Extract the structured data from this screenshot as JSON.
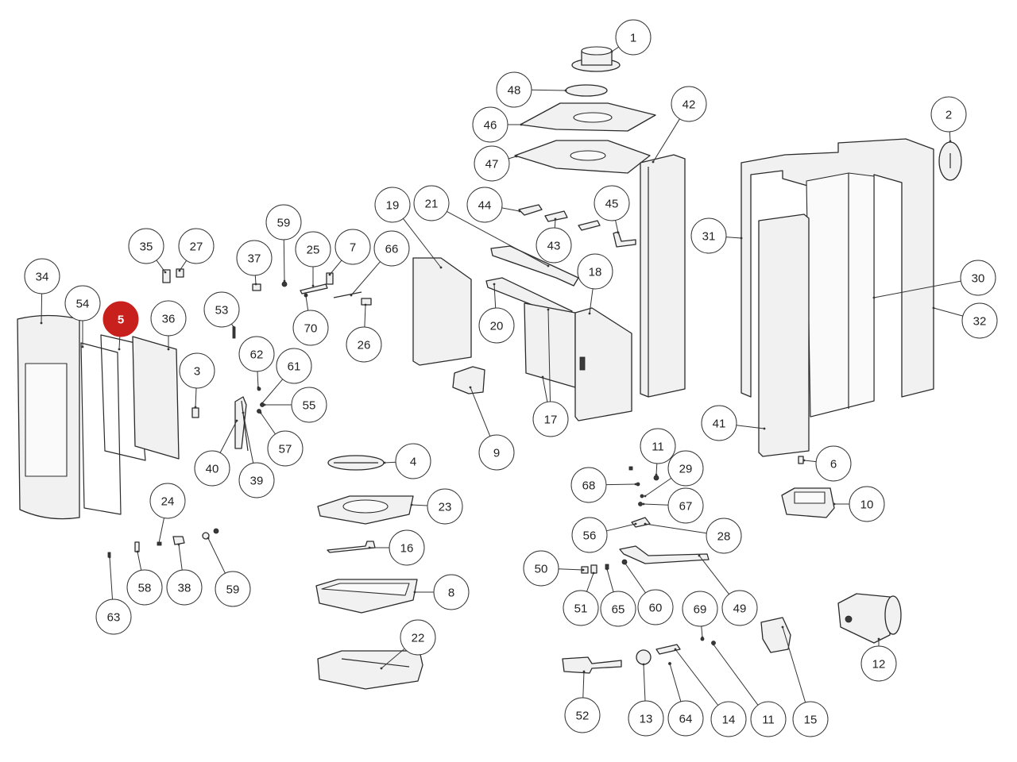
{
  "diagram": {
    "highlight_color": "#c8201d",
    "callouts": [
      {
        "label": "1"
      },
      {
        "label": "48"
      },
      {
        "label": "46"
      },
      {
        "label": "47"
      },
      {
        "label": "42"
      },
      {
        "label": "2"
      },
      {
        "label": "44"
      },
      {
        "label": "45"
      },
      {
        "label": "43"
      },
      {
        "label": "19"
      },
      {
        "label": "21"
      },
      {
        "label": "31"
      },
      {
        "label": "30"
      },
      {
        "label": "32"
      },
      {
        "label": "59"
      },
      {
        "label": "35"
      },
      {
        "label": "27"
      },
      {
        "label": "37"
      },
      {
        "label": "25"
      },
      {
        "label": "7"
      },
      {
        "label": "66"
      },
      {
        "label": "18"
      },
      {
        "label": "34"
      },
      {
        "label": "54"
      },
      {
        "label": "5",
        "highlight": true
      },
      {
        "label": "53"
      },
      {
        "label": "36"
      },
      {
        "label": "70"
      },
      {
        "label": "20"
      },
      {
        "label": "26"
      },
      {
        "label": "62"
      },
      {
        "label": "61"
      },
      {
        "label": "3"
      },
      {
        "label": "55"
      },
      {
        "label": "17"
      },
      {
        "label": "41"
      },
      {
        "label": "57"
      },
      {
        "label": "40"
      },
      {
        "label": "39"
      },
      {
        "label": "9"
      },
      {
        "label": "11"
      },
      {
        "label": "4"
      },
      {
        "label": "6"
      },
      {
        "label": "29"
      },
      {
        "label": "68"
      },
      {
        "label": "24"
      },
      {
        "label": "23"
      },
      {
        "label": "67"
      },
      {
        "label": "10"
      },
      {
        "label": "56"
      },
      {
        "label": "28"
      },
      {
        "label": "16"
      },
      {
        "label": "50"
      },
      {
        "label": "38"
      },
      {
        "label": "59"
      },
      {
        "label": "58"
      },
      {
        "label": "8"
      },
      {
        "label": "51"
      },
      {
        "label": "65"
      },
      {
        "label": "60"
      },
      {
        "label": "69"
      },
      {
        "label": "49"
      },
      {
        "label": "63"
      },
      {
        "label": "22"
      },
      {
        "label": "12"
      },
      {
        "label": "52"
      },
      {
        "label": "13"
      },
      {
        "label": "64"
      },
      {
        "label": "14"
      },
      {
        "label": "11"
      },
      {
        "label": "15"
      }
    ]
  }
}
